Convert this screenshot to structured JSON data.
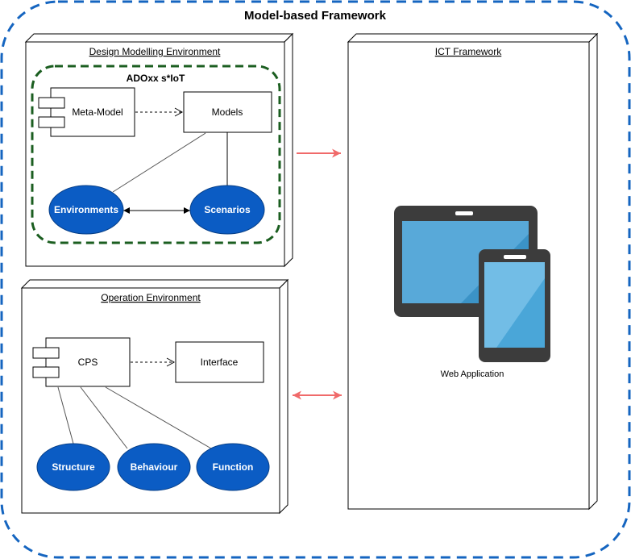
{
  "title": "Model-based Framework",
  "design_env": {
    "label": "Design Modelling Environment",
    "group_label": "ADOxx s*IoT",
    "meta_model": "Meta-Model",
    "models": "Models",
    "environments": "Environments",
    "scenarios": "Scenarios"
  },
  "operation_env": {
    "label": "Operation Environment",
    "cps": "CPS",
    "interface": "Interface",
    "structure": "Structure",
    "behaviour": "Behaviour",
    "function": "Function"
  },
  "ict": {
    "label": "ICT Framework",
    "web_app": "Web Application"
  },
  "colors": {
    "outer_border": "#1565c0",
    "group_border": "#1b5e20",
    "ellipse_fill": "#0b5cc4",
    "arrow_red": "#f06a6a",
    "device_body": "#3c3c3c",
    "screen_blue": "#4aa6d8"
  }
}
